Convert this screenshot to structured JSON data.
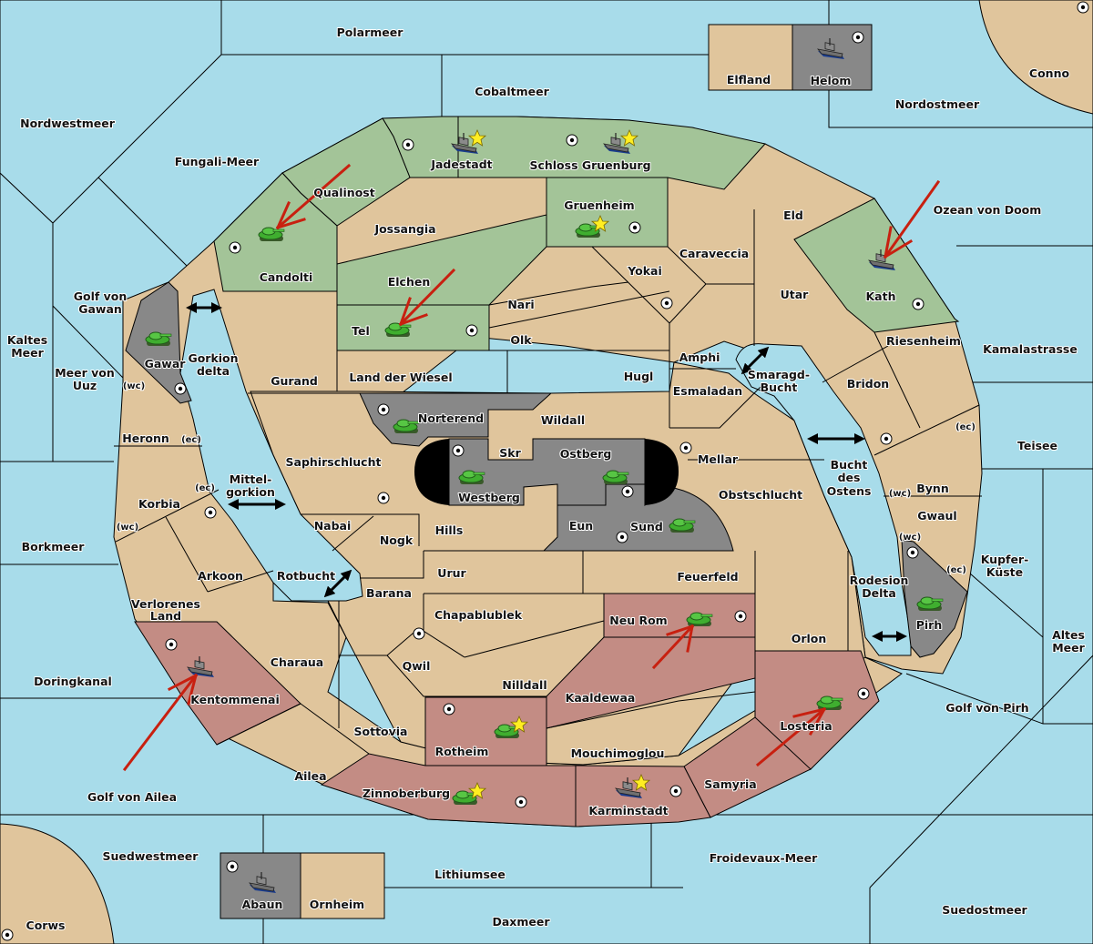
{
  "map": {
    "colors": {
      "sea": "#a8dcea",
      "land": "#e0c59c",
      "green_power": "#a3c498",
      "red_power": "#c38c84",
      "gray_power": "#888888",
      "impassable": "#000000",
      "order_arrow": "#c82010",
      "star": "#ffee22"
    },
    "seas": [
      {
        "id": "polarmeer",
        "name": "Polarmeer"
      },
      {
        "id": "cobaltmeer",
        "name": "Cobaltmeer"
      },
      {
        "id": "nordwestmeer",
        "name": "Nordwestmeer"
      },
      {
        "id": "fungali",
        "name": "Fungali-Meer"
      },
      {
        "id": "nordostmeer",
        "name": "Nordostmeer"
      },
      {
        "id": "ozean",
        "name": "Ozean von Doom"
      },
      {
        "id": "golf-gawan",
        "name": "Golf von Gawan"
      },
      {
        "id": "kaltes",
        "name": "Kaltes Meer"
      },
      {
        "id": "uuz",
        "name": "Meer von Uuz"
      },
      {
        "id": "gorkion",
        "name": "Gorkion delta"
      },
      {
        "id": "mittelgorkion",
        "name": "Mittel-gorkion"
      },
      {
        "id": "rotbucht",
        "name": "Rotbucht"
      },
      {
        "id": "borkmeer",
        "name": "Borkmeer"
      },
      {
        "id": "doringkanal",
        "name": "Doringkanal"
      },
      {
        "id": "golf-ailea",
        "name": "Golf von Ailea"
      },
      {
        "id": "suedwestmeer",
        "name": "Suedwestmeer"
      },
      {
        "id": "lithiumsee",
        "name": "Lithiumsee"
      },
      {
        "id": "daxmeer",
        "name": "Daxmeer"
      },
      {
        "id": "froidevaux",
        "name": "Froidevaux-Meer"
      },
      {
        "id": "suedostmeer",
        "name": "Suedostmeer"
      },
      {
        "id": "golf-pirh",
        "name": "Golf von Pirh"
      },
      {
        "id": "altes",
        "name": "Altes Meer"
      },
      {
        "id": "kupfer",
        "name": "Kupfer-Küste"
      },
      {
        "id": "teisee",
        "name": "Teisee"
      },
      {
        "id": "kamala",
        "name": "Kamalastrasse"
      },
      {
        "id": "smaragd",
        "name": "Smaragd-Bucht"
      },
      {
        "id": "bucht-ostens",
        "name": "Bucht des Ostens"
      },
      {
        "id": "rodesion",
        "name": "Rodesion Delta"
      }
    ],
    "territories": [
      {
        "id": "elfland",
        "name": "Elfland",
        "owner": "neutral"
      },
      {
        "id": "helom",
        "name": "Helom",
        "owner": "gray",
        "supply_center": true
      },
      {
        "id": "conno",
        "name": "Conno",
        "owner": "neutral",
        "supply_center": true
      },
      {
        "id": "jadestadt",
        "name": "Jadestadt",
        "owner": "green",
        "supply_center": true
      },
      {
        "id": "schloss",
        "name": "Schloss Gruenburg",
        "owner": "green",
        "supply_center": true
      },
      {
        "id": "qualinost",
        "name": "Qualinost",
        "owner": "green"
      },
      {
        "id": "candolti",
        "name": "Candolti",
        "owner": "green",
        "supply_center": true
      },
      {
        "id": "jossangia",
        "name": "Jossangia",
        "owner": "neutral"
      },
      {
        "id": "gruenheim",
        "name": "Gruenheim",
        "owner": "green",
        "supply_center": true
      },
      {
        "id": "elchen",
        "name": "Elchen",
        "owner": "green"
      },
      {
        "id": "tel",
        "name": "Tel",
        "owner": "green",
        "supply_center": true
      },
      {
        "id": "eld",
        "name": "Eld",
        "owner": "neutral"
      },
      {
        "id": "kath",
        "name": "Kath",
        "owner": "green",
        "supply_center": true
      },
      {
        "id": "caraveccia",
        "name": "Caraveccia",
        "owner": "neutral"
      },
      {
        "id": "yokai",
        "name": "Yokai",
        "owner": "neutral",
        "supply_center": true
      },
      {
        "id": "nari",
        "name": "Nari",
        "owner": "neutral"
      },
      {
        "id": "olk",
        "name": "Olk",
        "owner": "neutral"
      },
      {
        "id": "utar",
        "name": "Utar",
        "owner": "neutral"
      },
      {
        "id": "amphi",
        "name": "Amphi",
        "owner": "neutral"
      },
      {
        "id": "riesenheim",
        "name": "Riesenheim",
        "owner": "neutral"
      },
      {
        "id": "bridon",
        "name": "Bridon",
        "owner": "neutral",
        "supply_center": true
      },
      {
        "id": "gawar",
        "name": "Gawar",
        "owner": "gray",
        "supply_center": true
      },
      {
        "id": "gurand",
        "name": "Gurand",
        "owner": "neutral"
      },
      {
        "id": "land-wiesel",
        "name": "Land der Wiesel",
        "owner": "neutral"
      },
      {
        "id": "hugl",
        "name": "Hugl",
        "owner": "neutral"
      },
      {
        "id": "esmaladan",
        "name": "Esmaladan",
        "owner": "neutral"
      },
      {
        "id": "norterend",
        "name": "Norterend",
        "owner": "gray",
        "supply_center": true
      },
      {
        "id": "wildall",
        "name": "Wildall",
        "owner": "neutral"
      },
      {
        "id": "skr",
        "name": "Skr",
        "owner": "neutral"
      },
      {
        "id": "westberg",
        "name": "Westberg",
        "owner": "gray",
        "supply_center": true
      },
      {
        "id": "ostberg",
        "name": "Ostberg",
        "owner": "gray",
        "supply_center": true
      },
      {
        "id": "eun",
        "name": "Eun",
        "owner": "neutral"
      },
      {
        "id": "sund",
        "name": "Sund",
        "owner": "gray",
        "supply_center": true
      },
      {
        "id": "mellar",
        "name": "Mellar",
        "owner": "neutral",
        "supply_center": true
      },
      {
        "id": "obstschlucht",
        "name": "Obstschlucht",
        "owner": "neutral"
      },
      {
        "id": "heronn",
        "name": "Heronn",
        "owner": "neutral"
      },
      {
        "id": "saphir",
        "name": "Saphirschlucht",
        "owner": "neutral"
      },
      {
        "id": "korbia",
        "name": "Korbia",
        "owner": "neutral",
        "supply_center": true
      },
      {
        "id": "nabai",
        "name": "Nabai",
        "owner": "neutral",
        "supply_center": true
      },
      {
        "id": "hills",
        "name": "Hills",
        "owner": "neutral"
      },
      {
        "id": "nogk",
        "name": "Nogk",
        "owner": "neutral"
      },
      {
        "id": "bynn",
        "name": "Bynn",
        "owner": "neutral"
      },
      {
        "id": "gwaul",
        "name": "Gwaul",
        "owner": "neutral"
      },
      {
        "id": "arkoon",
        "name": "Arkoon",
        "owner": "neutral"
      },
      {
        "id": "urur",
        "name": "Urur",
        "owner": "neutral"
      },
      {
        "id": "feuerfeld",
        "name": "Feuerfeld",
        "owner": "neutral"
      },
      {
        "id": "barana",
        "name": "Barana",
        "owner": "neutral"
      },
      {
        "id": "verlorenes",
        "name": "Verlorenes Land",
        "owner": "neutral"
      },
      {
        "id": "chapablublek",
        "name": "Chapablublek",
        "owner": "neutral"
      },
      {
        "id": "neurom",
        "name": "Neu Rom",
        "owner": "red",
        "supply_center": true
      },
      {
        "id": "orlon",
        "name": "Orlon",
        "owner": "neutral"
      },
      {
        "id": "pirh",
        "name": "Pirh",
        "owner": "gray",
        "supply_center": true
      },
      {
        "id": "qwil",
        "name": "Qwil",
        "owner": "neutral",
        "supply_center": true
      },
      {
        "id": "charaua",
        "name": "Charaua",
        "owner": "neutral"
      },
      {
        "id": "nilldall",
        "name": "Nilldall",
        "owner": "neutral"
      },
      {
        "id": "kentommenai",
        "name": "Kentommenai",
        "owner": "red",
        "supply_center": true
      },
      {
        "id": "kaaldewaa",
        "name": "Kaaldewaa",
        "owner": "red"
      },
      {
        "id": "losteria",
        "name": "Losteria",
        "owner": "red",
        "supply_center": true
      },
      {
        "id": "sottovia",
        "name": "Sottovia",
        "owner": "neutral"
      },
      {
        "id": "rotheim",
        "name": "Rotheim",
        "owner": "red",
        "supply_center": true
      },
      {
        "id": "mouchimoglou",
        "name": "Mouchimoglou",
        "owner": "neutral"
      },
      {
        "id": "ailea",
        "name": "Ailea",
        "owner": "neutral"
      },
      {
        "id": "samyria",
        "name": "Samyria",
        "owner": "red"
      },
      {
        "id": "zinnoberburg",
        "name": "Zinnoberburg",
        "owner": "red",
        "supply_center": true
      },
      {
        "id": "karminstadt",
        "name": "Karminstadt",
        "owner": "red",
        "supply_center": true
      },
      {
        "id": "abaun",
        "name": "Abaun",
        "owner": "gray",
        "supply_center": true
      },
      {
        "id": "ornheim",
        "name": "Ornheim",
        "owner": "neutral"
      },
      {
        "id": "corws",
        "name": "Corws",
        "owner": "neutral",
        "supply_center": true
      }
    ],
    "coast_labels": [
      "(wc)",
      "(ec)",
      "(ec)",
      "(wc)",
      "(ec)",
      "(wc)",
      "(wc)",
      "(ec)"
    ],
    "units": [
      {
        "type": "fleet",
        "location": "Helom",
        "power": "gray"
      },
      {
        "type": "fleet",
        "location": "Jadestadt",
        "power": "green",
        "home_star": true
      },
      {
        "type": "fleet",
        "location": "Schloss Gruenburg",
        "power": "green",
        "home_star": true
      },
      {
        "type": "army",
        "location": "Candolti",
        "power": "green"
      },
      {
        "type": "army",
        "location": "Gruenheim",
        "power": "green",
        "home_star": true
      },
      {
        "type": "army",
        "location": "Tel",
        "power": "green"
      },
      {
        "type": "fleet",
        "location": "Kath",
        "power": "green"
      },
      {
        "type": "army",
        "location": "Gawar",
        "power": "green"
      },
      {
        "type": "army",
        "location": "Norterend",
        "power": "green"
      },
      {
        "type": "army",
        "location": "Westberg",
        "power": "green"
      },
      {
        "type": "army",
        "location": "Ostberg",
        "power": "green"
      },
      {
        "type": "army",
        "location": "Sund",
        "power": "green"
      },
      {
        "type": "army",
        "location": "Pirh",
        "power": "green"
      },
      {
        "type": "army",
        "location": "Neu Rom",
        "power": "green"
      },
      {
        "type": "fleet",
        "location": "Kentommenai",
        "power": "red"
      },
      {
        "type": "army",
        "location": "Losteria",
        "power": "green"
      },
      {
        "type": "army",
        "location": "Rotheim",
        "power": "green",
        "home_star": true
      },
      {
        "type": "army",
        "location": "Zinnoberburg",
        "power": "green",
        "home_star": true
      },
      {
        "type": "fleet",
        "location": "Karminstadt",
        "power": "red",
        "home_star": true
      },
      {
        "type": "fleet",
        "location": "Abaun",
        "power": "gray"
      }
    ],
    "orders": [
      {
        "from": "Qualinost",
        "to": "Candolti"
      },
      {
        "from": "Elchen",
        "to": "Tel"
      },
      {
        "from": "Ozean von Doom",
        "to": "Kath"
      },
      {
        "from": "Kaaldewaa",
        "to": "Neu Rom"
      },
      {
        "from": "Golf von Ailea",
        "to": "Kentommenai"
      },
      {
        "from": "Samyria",
        "to": "Losteria"
      }
    ],
    "connections": [
      "Gawar-Candolti",
      "Mittel-gorkion",
      "Rotbucht",
      "Smaragd-Bucht",
      "Bucht des Ostens",
      "Rodesion Delta"
    ]
  }
}
